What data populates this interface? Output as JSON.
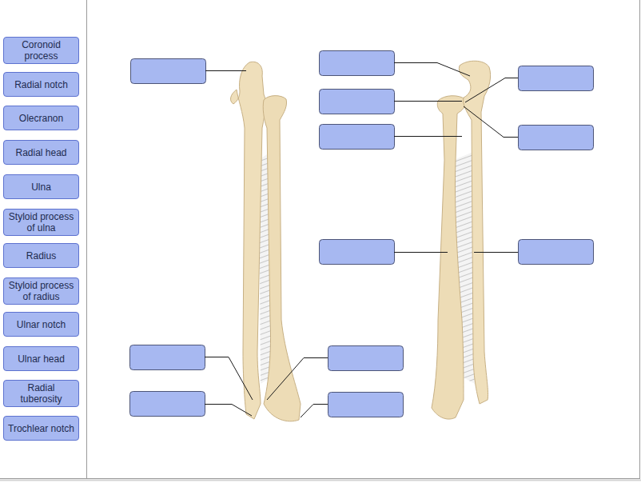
{
  "diagram": {
    "nodes": [
      {
        "text": [
          "Coronoid process"
        ]
      },
      {
        "text": [
          "Radial notch"
        ]
      },
      {
        "text": [
          "Olecranon"
        ]
      },
      {
        "text": [
          "Radial head"
        ]
      },
      {
        "text": [
          "Ulna"
        ]
      },
      {
        "text": [
          "Styloid process of ulna"
        ]
      },
      {
        "text": [
          "Radius"
        ]
      },
      {
        "text": [
          "Styloid process of radius"
        ]
      },
      {
        "text": [
          "Ulnar notch"
        ]
      },
      {
        "text": [
          "Ulnar head"
        ]
      },
      {
        "text": [
          "Radial tuberosity"
        ]
      },
      {
        "text": [
          "Trochlear notch"
        ]
      }
    ]
  }
}
